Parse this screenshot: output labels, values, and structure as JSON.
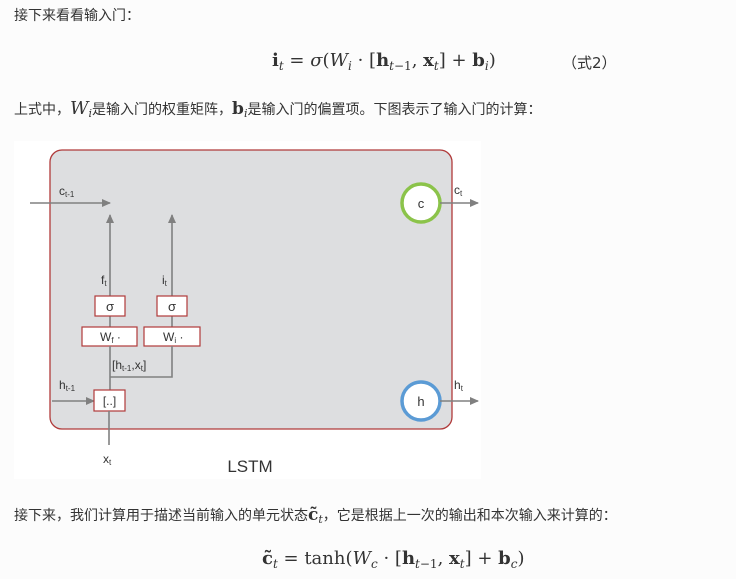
{
  "texts": {
    "line1": "接下来看看输入门：",
    "eq2_number": "（式2）",
    "line2_prefix": "上式中，",
    "line2_mid": "是输入门的权重矩阵，",
    "line2_suffix": "是输入门的偏置项。下图表示了输入门的计算：",
    "line3_prefix": "接下来，我们计算用于描述当前输入的单元状态",
    "line3_suffix": "，它是根据上一次的输出和本次输入来计算的："
  },
  "diagram": {
    "title": "LSTM",
    "labels": {
      "c_prev": "ct-1",
      "c_out": "ct",
      "h_prev": "ht-1",
      "h_out": "ht",
      "x_in": "xt",
      "f_gate": "ft",
      "i_gate": "it",
      "concat_label": "[ht-1,xt]",
      "concat_box": "[..]",
      "sigma_f": "σ",
      "sigma_i": "σ",
      "wf_box": "Wf ·",
      "wi_box": "Wi ·",
      "c_node": "c",
      "h_node": "h"
    },
    "colors": {
      "panel_fill": "#dddee0",
      "panel_border": "#b03a3a",
      "box_border": "#b03a3a",
      "arrow": "#808080",
      "c_node": "#8bc34a",
      "h_node": "#5b9bd5"
    }
  }
}
